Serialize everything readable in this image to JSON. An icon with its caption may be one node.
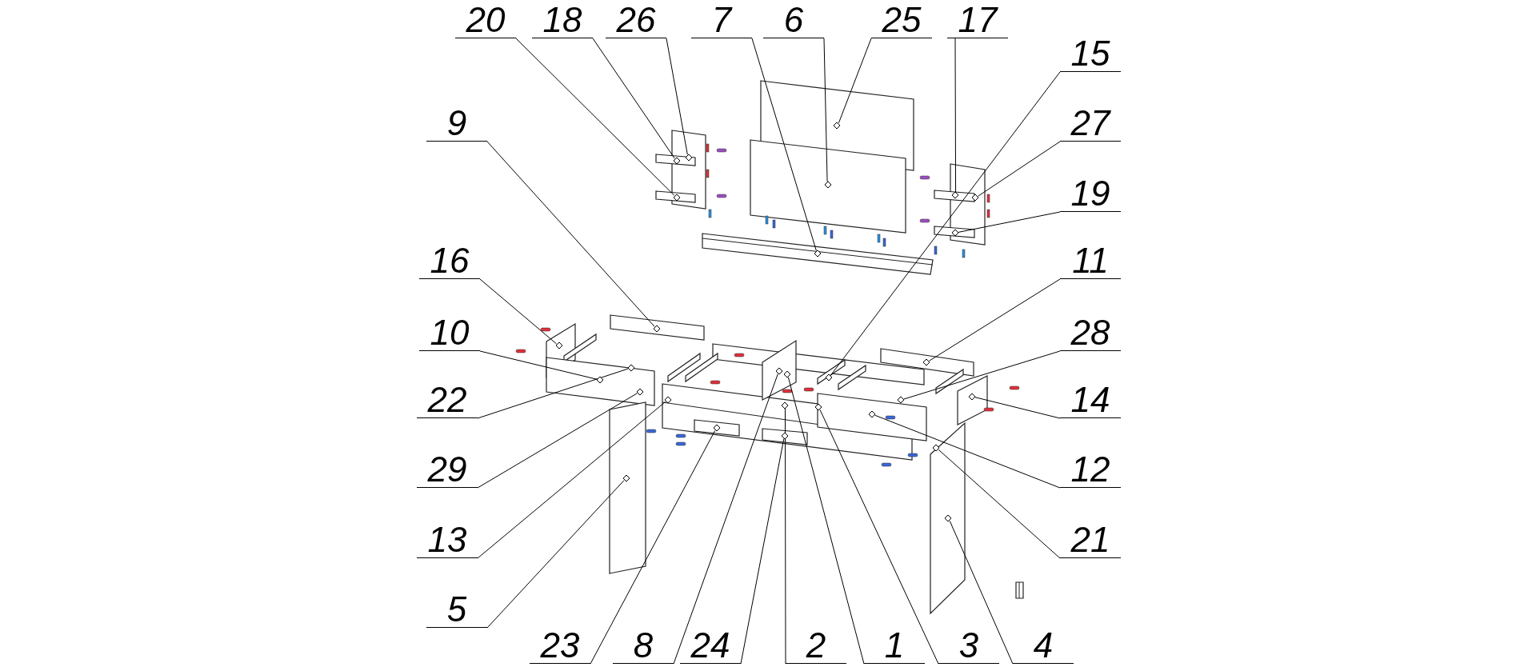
{
  "diagram": {
    "nodes": [
      {
        "text": [
          "20"
        ]
      },
      {
        "text": [
          "18"
        ]
      },
      {
        "text": [
          "26"
        ]
      },
      {
        "text": [
          "7"
        ]
      },
      {
        "text": [
          "6"
        ]
      },
      {
        "text": [
          "25"
        ]
      },
      {
        "text": [
          "17"
        ]
      },
      {
        "text": [
          "15"
        ]
      },
      {
        "text": [
          "9"
        ]
      },
      {
        "text": [
          "27"
        ]
      },
      {
        "text": [
          "19"
        ]
      },
      {
        "text": [
          "16"
        ]
      },
      {
        "text": [
          "11"
        ]
      },
      {
        "text": [
          "10"
        ]
      },
      {
        "text": [
          "28"
        ]
      },
      {
        "text": [
          "22"
        ]
      },
      {
        "text": [
          "14"
        ]
      },
      {
        "text": [
          "29"
        ]
      },
      {
        "text": [
          "12"
        ]
      },
      {
        "text": [
          "13"
        ]
      },
      {
        "text": [
          "21"
        ]
      },
      {
        "text": [
          "5"
        ]
      },
      {
        "text": [
          "23"
        ]
      },
      {
        "text": [
          "8"
        ]
      },
      {
        "text": [
          "24"
        ]
      },
      {
        "text": [
          "2"
        ]
      },
      {
        "text": [
          "1"
        ]
      },
      {
        "text": [
          "3"
        ]
      },
      {
        "text": [
          "4"
        ]
      },
      {
        "text": [],
        "shape": "diamond"
      },
      {
        "text": [],
        "shape": "diamond"
      },
      {
        "text": [],
        "shape": "diamond"
      },
      {
        "text": [],
        "shape": "diamond"
      },
      {
        "text": [],
        "shape": "diamond"
      },
      {
        "text": [],
        "shape": "diamond"
      },
      {
        "text": [],
        "shape": "diamond"
      },
      {
        "text": [],
        "shape": "diamond"
      },
      {
        "text": [],
        "shape": "diamond"
      },
      {
        "text": [],
        "shape": "diamond"
      },
      {
        "text": [],
        "shape": "diamond"
      },
      {
        "text": [],
        "shape": "diamond"
      },
      {
        "text": [],
        "shape": "diamond"
      },
      {
        "text": [],
        "shape": "diamond"
      },
      {
        "text": [],
        "shape": "diamond"
      },
      {
        "text": [],
        "shape": "diamond"
      },
      {
        "text": [],
        "shape": "diamond"
      },
      {
        "text": [],
        "shape": "diamond"
      },
      {
        "text": [],
        "shape": "diamond"
      },
      {
        "text": [],
        "shape": "diamond"
      },
      {
        "text": [],
        "shape": "diamond"
      },
      {
        "text": [],
        "shape": "diamond"
      },
      {
        "text": [],
        "shape": "diamond"
      },
      {
        "text": [],
        "shape": "diamond"
      },
      {
        "text": [],
        "shape": "diamond"
      },
      {
        "text": [],
        "shape": "diamond"
      },
      {
        "text": [],
        "shape": "diamond"
      },
      {
        "text": [],
        "shape": "diamond"
      },
      {
        "text": [],
        "shape": "diamond"
      }
    ],
    "edges": [
      {
        "from": 0,
        "to": 29,
        "arrow": "none"
      },
      {
        "from": 1,
        "to": 30,
        "arrow": "none"
      },
      {
        "from": 2,
        "to": 31,
        "arrow": "none"
      },
      {
        "from": 3,
        "to": 32,
        "arrow": "none"
      },
      {
        "from": 4,
        "to": 33,
        "arrow": "none"
      },
      {
        "from": 5,
        "to": 34,
        "arrow": "none"
      },
      {
        "from": 6,
        "to": 35,
        "arrow": "none"
      },
      {
        "from": 7,
        "to": 36,
        "arrow": "none"
      },
      {
        "from": 8,
        "to": 37,
        "arrow": "none"
      },
      {
        "from": 9,
        "to": 38,
        "arrow": "none"
      },
      {
        "from": 10,
        "to": 39,
        "arrow": "none"
      },
      {
        "from": 11,
        "to": 40,
        "arrow": "none"
      },
      {
        "from": 12,
        "to": 41,
        "arrow": "none"
      },
      {
        "from": 13,
        "to": 42,
        "arrow": "none"
      },
      {
        "from": 14,
        "to": 43,
        "arrow": "none"
      },
      {
        "from": 15,
        "to": 44,
        "arrow": "none"
      },
      {
        "from": 16,
        "to": 45,
        "arrow": "none"
      },
      {
        "from": 17,
        "to": 46,
        "arrow": "none"
      },
      {
        "from": 18,
        "to": 47,
        "arrow": "none"
      },
      {
        "from": 19,
        "to": 48,
        "arrow": "none"
      },
      {
        "from": 20,
        "to": 49,
        "arrow": "none"
      },
      {
        "from": 21,
        "to": 50,
        "arrow": "none"
      },
      {
        "from": 22,
        "to": 51,
        "arrow": "none"
      },
      {
        "from": 23,
        "to": 52,
        "arrow": "none"
      },
      {
        "from": 24,
        "to": 53,
        "arrow": "none"
      },
      {
        "from": 25,
        "to": 54,
        "arrow": "none"
      },
      {
        "from": 26,
        "to": 55,
        "arrow": "none"
      },
      {
        "from": 27,
        "to": 56,
        "arrow": "none"
      },
      {
        "from": 28,
        "to": 57,
        "arrow": "none"
      }
    ]
  }
}
